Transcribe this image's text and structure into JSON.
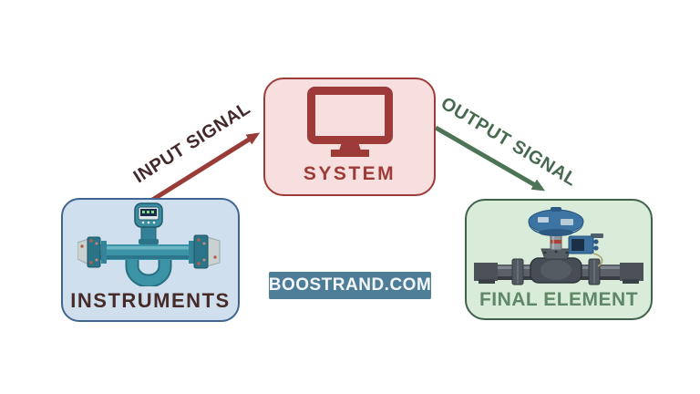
{
  "nodes": {
    "instruments": {
      "label": "INSTRUMENTS",
      "image": "coriolis-flow-meter-photo"
    },
    "system": {
      "label": "SYSTEM",
      "icon": "computer-monitor-icon"
    },
    "final_element": {
      "label": "FINAL ELEMENT",
      "image": "control-valve-photo"
    }
  },
  "signals": {
    "input": {
      "label": "INPUT SIGNAL",
      "from": "instruments",
      "to": "system"
    },
    "output": {
      "label": "OUTPUT SIGNAL",
      "from": "system",
      "to": "final_element"
    }
  },
  "watermark": {
    "label": "BOOSTRAND.COM"
  },
  "colors": {
    "system_accent": "#9e3a37",
    "system_fill": "#f7dfdf",
    "instruments_border": "#3f6590",
    "instruments_fill": "#cfdfee",
    "instruments_text": "#472b28",
    "final_border": "#40614a",
    "final_fill": "#d9ecda",
    "final_text": "#5f8767",
    "input_arrow": "#993b36",
    "input_label_text": "#44292a",
    "output_arrow": "#4d7457",
    "output_label_text": "#46694f",
    "badge_background": "#4e7e97",
    "badge_text": "#ffffff",
    "background": "#ffffff"
  }
}
